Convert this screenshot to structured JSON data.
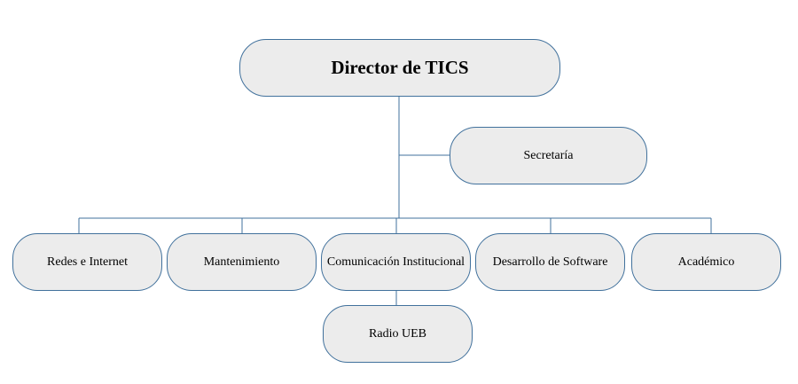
{
  "org_chart": {
    "root": {
      "label": "Director de TICS"
    },
    "assistant": {
      "label": "Secretaría"
    },
    "departments": [
      {
        "label": "Redes e Internet"
      },
      {
        "label": "Mantenimiento"
      },
      {
        "label": "Comunicación Institucional"
      },
      {
        "label": "Desarrollo de Software"
      },
      {
        "label": "Académico"
      }
    ],
    "sub_units": [
      {
        "label": "Radio UEB",
        "parent": "Comunicación Institucional"
      }
    ]
  },
  "colors": {
    "node_fill": "#ececec",
    "node_border": "#41719c",
    "connector": "#41719c"
  }
}
